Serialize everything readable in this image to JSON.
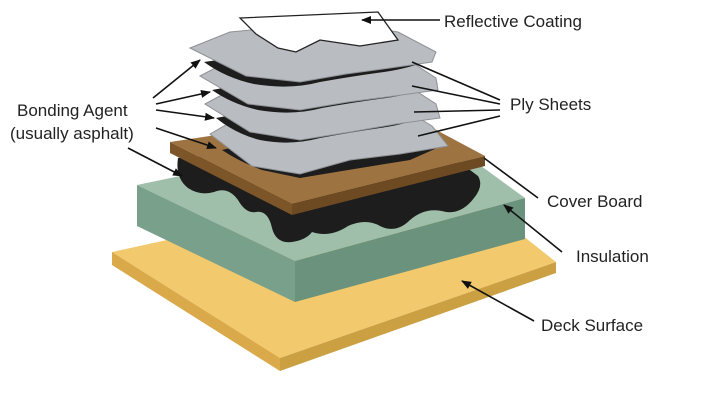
{
  "labels": {
    "reflective_coating": "Reflective Coating",
    "ply_sheets": "Ply Sheets",
    "bonding_agent_line1": "Bonding Agent",
    "bonding_agent_line2": "(usually asphalt)",
    "cover_board": "Cover Board",
    "insulation": "Insulation",
    "deck_surface": "Deck Surface"
  },
  "colors": {
    "deck_top": "#f2c96c",
    "deck_side": "#d9a94a",
    "insulation_top": "#9fbfaa",
    "insulation_side": "#78a08a",
    "cover_board_top": "#9e7342",
    "cover_board_side": "#7c5528",
    "asphalt": "#1d1d1d",
    "ply_sheet": "#b9bcc0",
    "ply_sheet_edge": "#8e9296",
    "reflective_coating": "#ffffff",
    "pointer": "#111111"
  }
}
